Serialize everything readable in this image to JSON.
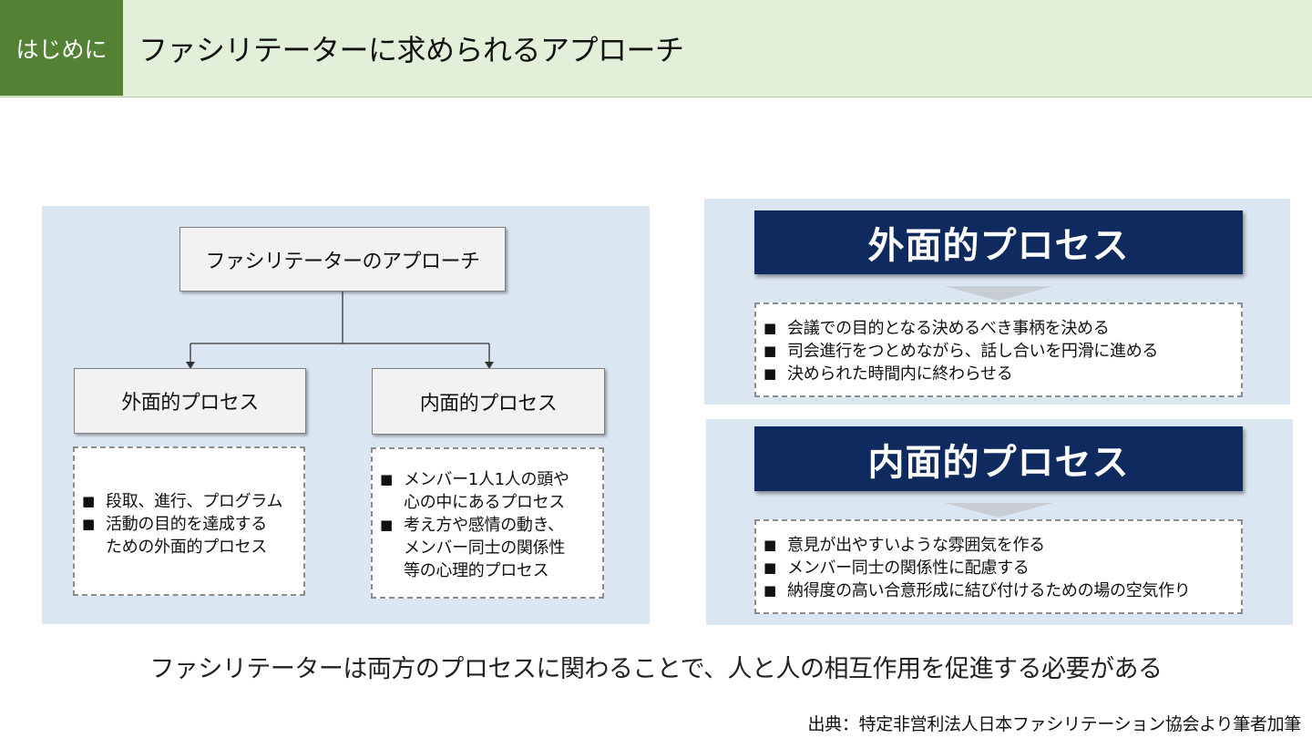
{
  "header": {
    "tag": "はじめに",
    "title": "ファシリテーターに求められるアプローチ"
  },
  "diagram": {
    "root": "ファシリテーターのアプローチ",
    "outer": {
      "label": "外面的プロセス",
      "bullets": [
        "段取、進行、プログラム",
        "活動の目的を達成する",
        "ための外面的プロセス"
      ]
    },
    "inner": {
      "label": "内面的プロセス",
      "bullets": [
        "メンバー1人1人の頭や",
        "心の中にあるプロセス",
        "考え方や感情の動き、",
        "メンバー同士の関係性",
        "等の心理的プロセス"
      ]
    }
  },
  "right": {
    "outer": {
      "title": "外面的プロセス",
      "bullets": [
        "会議での目的となる決めるべき事柄を決める",
        "司会進行をつとめながら、話し合いを円滑に進める",
        "決められた時間内に終わらせる"
      ]
    },
    "inner": {
      "title": "内面的プロセス",
      "bullets": [
        "意見が出やすいような雰囲気を作る",
        "メンバー同士の関係性に配慮する",
        "納得度の高い合意形成に結び付けるための場の空気作り"
      ]
    }
  },
  "summary": "ファシリテーターは両方のプロセスに関わることで、人と人の相互作用を促進する必要がある",
  "source": "出典：特定非営利法人日本ファシリテーション協会より筆者加筆",
  "colors": {
    "header_bg": "#e2efd9",
    "header_tag": "#548235",
    "panel_bg": "#dbe6f3",
    "navy": "#0e2a5e"
  }
}
